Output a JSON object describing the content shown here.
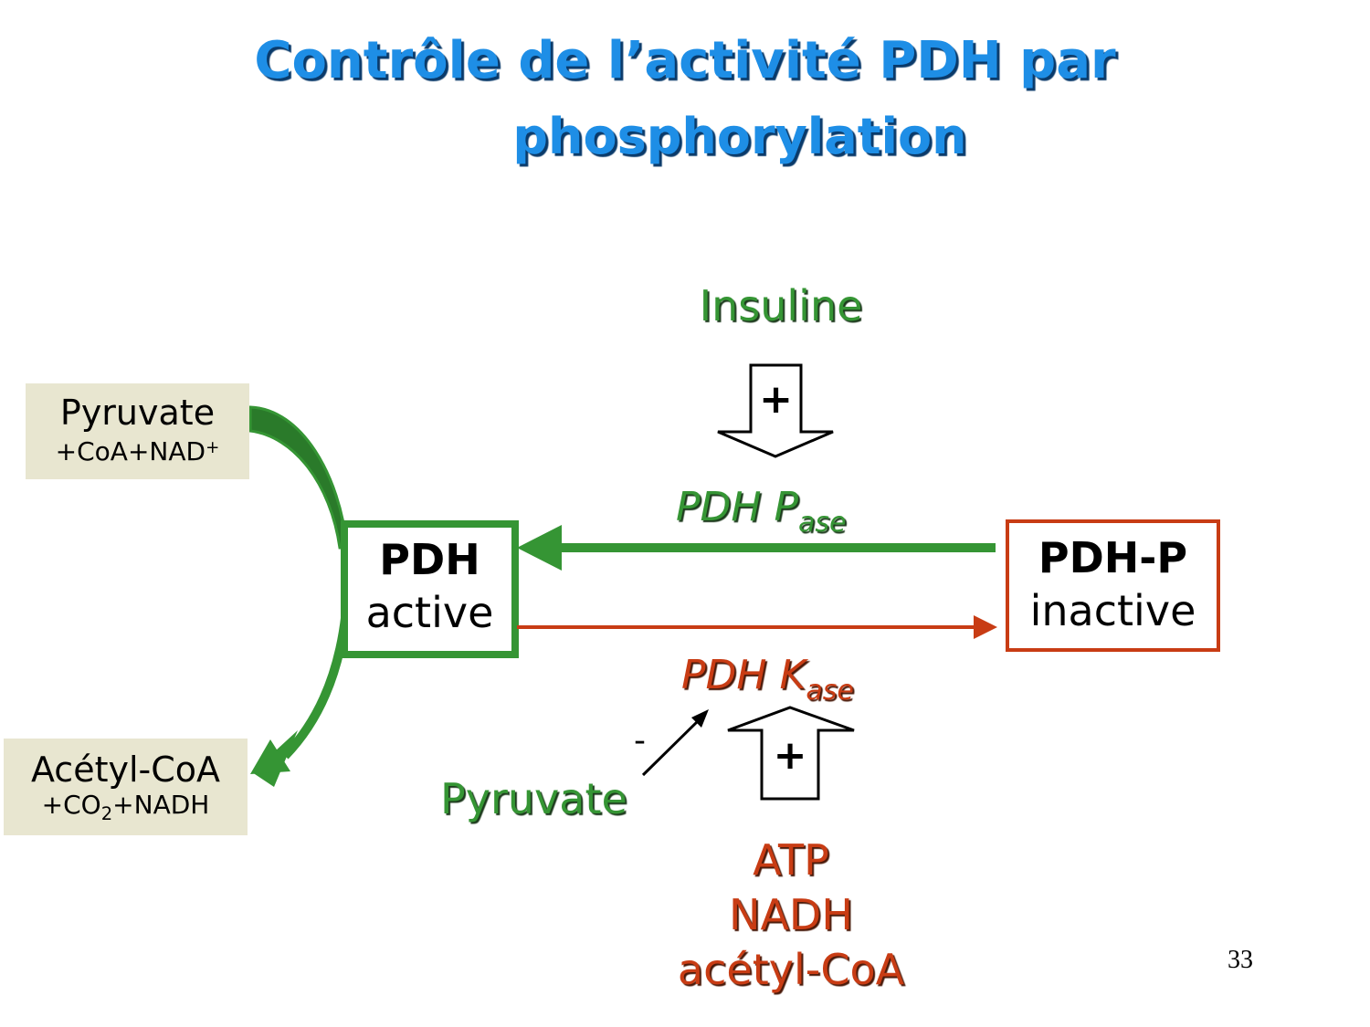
{
  "slide": {
    "title_line1": "Contrôle de l’activité PDH par",
    "title_line2": "phosphorylation",
    "page_number": "33"
  },
  "colors": {
    "title_blue": "#1e8ee6",
    "green": "#359534",
    "dark_green": "#2a7a2a",
    "red": "#c83c14",
    "beige": "#e8e6d0"
  },
  "substrate": {
    "name": "Pyruvate",
    "cofactors_prefix": "+CoA+NAD",
    "cofactors_sup": "+"
  },
  "product": {
    "name": "Acétyl-CoA",
    "cofactors_prefix": "+CO",
    "cofactors_sub": "2",
    "cofactors_suffix": "+NADH"
  },
  "pdh_active": {
    "name": "PDH",
    "state": "active"
  },
  "pdh_inactive": {
    "name": "PDH-P",
    "state": "inactive"
  },
  "phosphatase": {
    "label_main": "PDH P",
    "label_sub": "ase",
    "activator": "Insuline",
    "activator_sign": "+"
  },
  "kinase": {
    "label_main": "PDH K",
    "label_sub": "ase",
    "inhibitor": "Pyruvate",
    "inhibitor_sign": "-",
    "activator_sign": "+",
    "activators": [
      "ATP",
      "NADH",
      "acétyl-CoA"
    ]
  }
}
